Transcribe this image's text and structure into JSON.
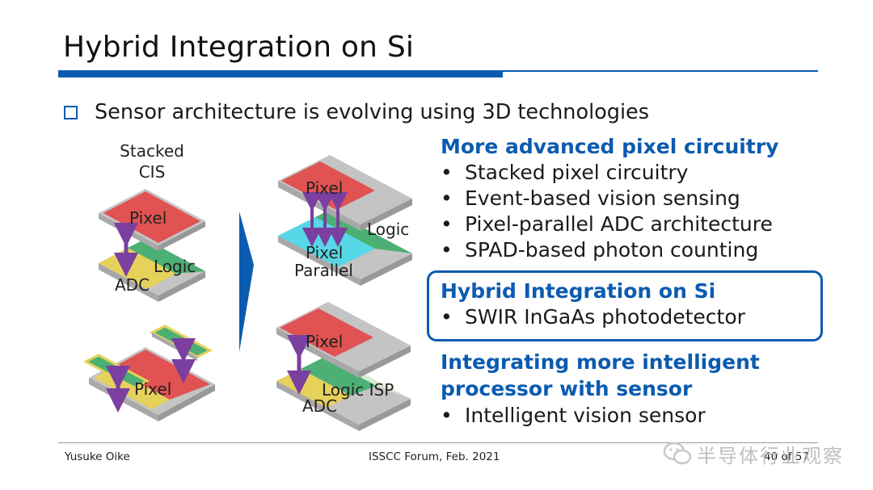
{
  "slide": {
    "title": "Hybrid Integration on Si",
    "lead": "Sensor architecture is evolving using 3D technologies"
  },
  "diagram": {
    "stacked_cis_line1": "Stacked",
    "stacked_cis_line2": "CIS",
    "top_left": {
      "pixel": "Pixel",
      "logic": "Logic",
      "adc": "ADC"
    },
    "bottom_left": {
      "pixel": "Pixel"
    },
    "top_right": {
      "pixel": "Pixel",
      "logic": "Logic",
      "pp_line1": "Pixel",
      "pp_line2": "Parallel"
    },
    "bottom_right": {
      "pixel": "Pixel",
      "logic_isp": "Logic ISP",
      "adc": "ADC"
    }
  },
  "right": {
    "sec1_title": "More advanced pixel circuitry",
    "sec1_items": [
      "Stacked pixel circuitry",
      "Event-based vision sensing",
      "Pixel-parallel ADC architecture",
      "SPAD-based photon counting"
    ],
    "sec2_title": "Hybrid Integration on Si",
    "sec2_items": [
      "SWIR InGaAs photodetector"
    ],
    "sec3_title_line1": "Integrating more intelligent",
    "sec3_title_line2": "processor with sensor",
    "sec3_items": [
      "Intelligent vision sensor"
    ],
    "bullet": "•"
  },
  "footer": {
    "author": "Yusuke Oike",
    "event": "ISSCC Forum, Feb. 2021",
    "page": "40 of 57"
  },
  "watermark": {
    "text": "半导体行业观察"
  },
  "colors": {
    "accent": "#0b5bb0",
    "pixel": "#e15252",
    "logic": "#4caf74",
    "adc": "#e6d15a",
    "pixel_parallel": "#56d8e6",
    "arrow": "#7b3fa0",
    "layer_edge": "#b9b9b9",
    "layer_top": "#d4d4d4"
  }
}
